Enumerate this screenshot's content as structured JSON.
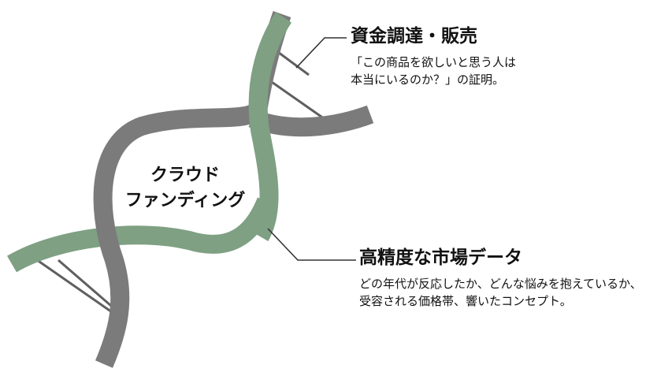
{
  "center": {
    "line1": "クラウド",
    "line2": "ファンディング"
  },
  "labels": [
    {
      "title": "資金調達・販売",
      "desc_line1": "「この商品を欲しいと思う人は",
      "desc_line2": "本当にいるのか？」の証明。"
    },
    {
      "title": "高精度な市場データ",
      "desc_line1": "どの年代が反応したか、どんな悩みを抱えているか、",
      "desc_line2": "受容される価格帯、響いたコンセプト。"
    }
  ],
  "colors": {
    "strand_gray": "#7b7b7b",
    "strand_green": "#7fa083",
    "rung": "#5f5f5f",
    "leader": "#333333"
  }
}
